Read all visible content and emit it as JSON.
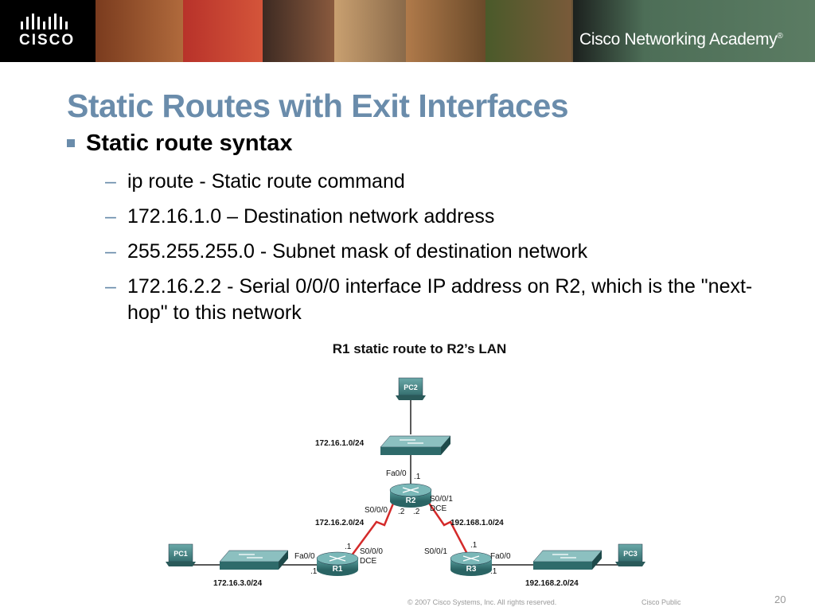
{
  "header": {
    "logo_text": "CISCO",
    "academy_text": "Cisco Networking Academy",
    "academy_mark": "®"
  },
  "slide": {
    "title": "Static Routes with Exit Interfaces",
    "bullet": "Static route syntax",
    "sub_bullets": [
      "ip route - Static route command",
      "172.16.1.0 – Destination network address",
      "255.255.255.0 - Subnet mask of destination network",
      "172.16.2.2 - Serial 0/0/0 interface IP address on R2, which is the \"next-hop\" to this network"
    ],
    "dash": "–"
  },
  "diagram": {
    "title": "R1 static route to R2’s LAN",
    "pcs": [
      "PC2",
      "PC1",
      "PC3"
    ],
    "routers": [
      "R2",
      "R1",
      "R3"
    ],
    "networks": [
      "172.16.1.0/24",
      "172.16.2.0/24",
      "192.168.1.0/24",
      "172.16.3.0/24",
      "192.168.2.0/24"
    ],
    "r2_labels": {
      "fa": "Fa0/0",
      "fa_ip": ".1",
      "s1": "S0/0/1",
      "dce": "DCE",
      "s0": "S0/0/0",
      "ip_left": ".2",
      "ip_right": ".2"
    },
    "r1_labels": {
      "fa": "Fa0/0",
      "fa_ip": ".1",
      "s0": "S0/0/0",
      "dce": "DCE",
      "s_ip": ".1"
    },
    "r3_labels": {
      "s1": "S0/0/1",
      "s_ip": ".1",
      "fa": "Fa0/0",
      "fa_ip": ".1"
    }
  },
  "footer": {
    "copyright": "© 2007 Cisco Systems, Inc. All rights reserved.",
    "classification": "Cisco Public",
    "page": "20"
  },
  "colors": {
    "title": "#6a8cab",
    "wan_link": "#d42a2a",
    "device": "#3c8282"
  }
}
